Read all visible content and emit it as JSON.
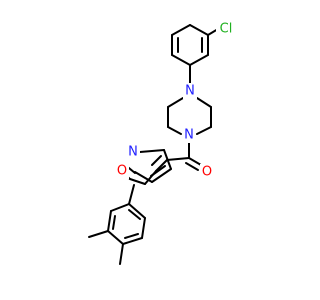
{
  "colors": {
    "bond": "#000000",
    "N": "#2020ff",
    "O": "#ff0000",
    "Cl": "#20b020"
  },
  "atoms": {
    "cl": "Cl",
    "n_top": "N",
    "n_bottom": "N",
    "o_carbonyl": "O",
    "n_isoxazole": "N",
    "o_isoxazole": "O"
  }
}
